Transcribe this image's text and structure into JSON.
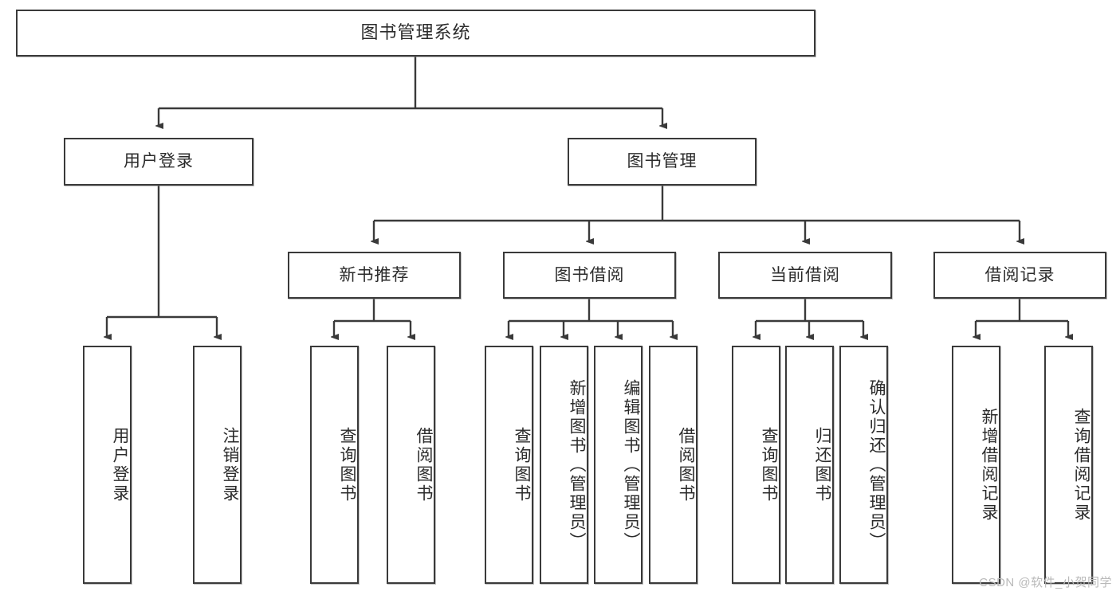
{
  "diagram": {
    "title": "图书管理系统",
    "watermark": "CSDN @软件_小贺同学",
    "line_color": "#3a3a3a",
    "box_fill": "#ffffff",
    "text_color": "#2b2b2b",
    "level2": [
      {
        "label": "用户登录"
      },
      {
        "label": "图书管理"
      }
    ],
    "level3": [
      {
        "label": "新书推荐"
      },
      {
        "label": "图书借阅"
      },
      {
        "label": "当前借阅"
      },
      {
        "label": "借阅记录"
      }
    ],
    "leaves": {
      "user_login": [
        {
          "label": "用户登录"
        },
        {
          "label": "注销登录"
        }
      ],
      "new_book_recommend": [
        {
          "label": "查询图书"
        },
        {
          "label": "借阅图书"
        }
      ],
      "book_borrow": [
        {
          "label": "查询图书"
        },
        {
          "label": "新增图书（管理员）"
        },
        {
          "label": "编辑图书（管理员）"
        },
        {
          "label": "借阅图书"
        }
      ],
      "current_borrow": [
        {
          "label": "查询图书"
        },
        {
          "label": "归还图书"
        },
        {
          "label": "确认归还（管理员）"
        }
      ],
      "borrow_record": [
        {
          "label": "新增借阅记录"
        },
        {
          "label": "查询借阅记录"
        }
      ]
    }
  }
}
